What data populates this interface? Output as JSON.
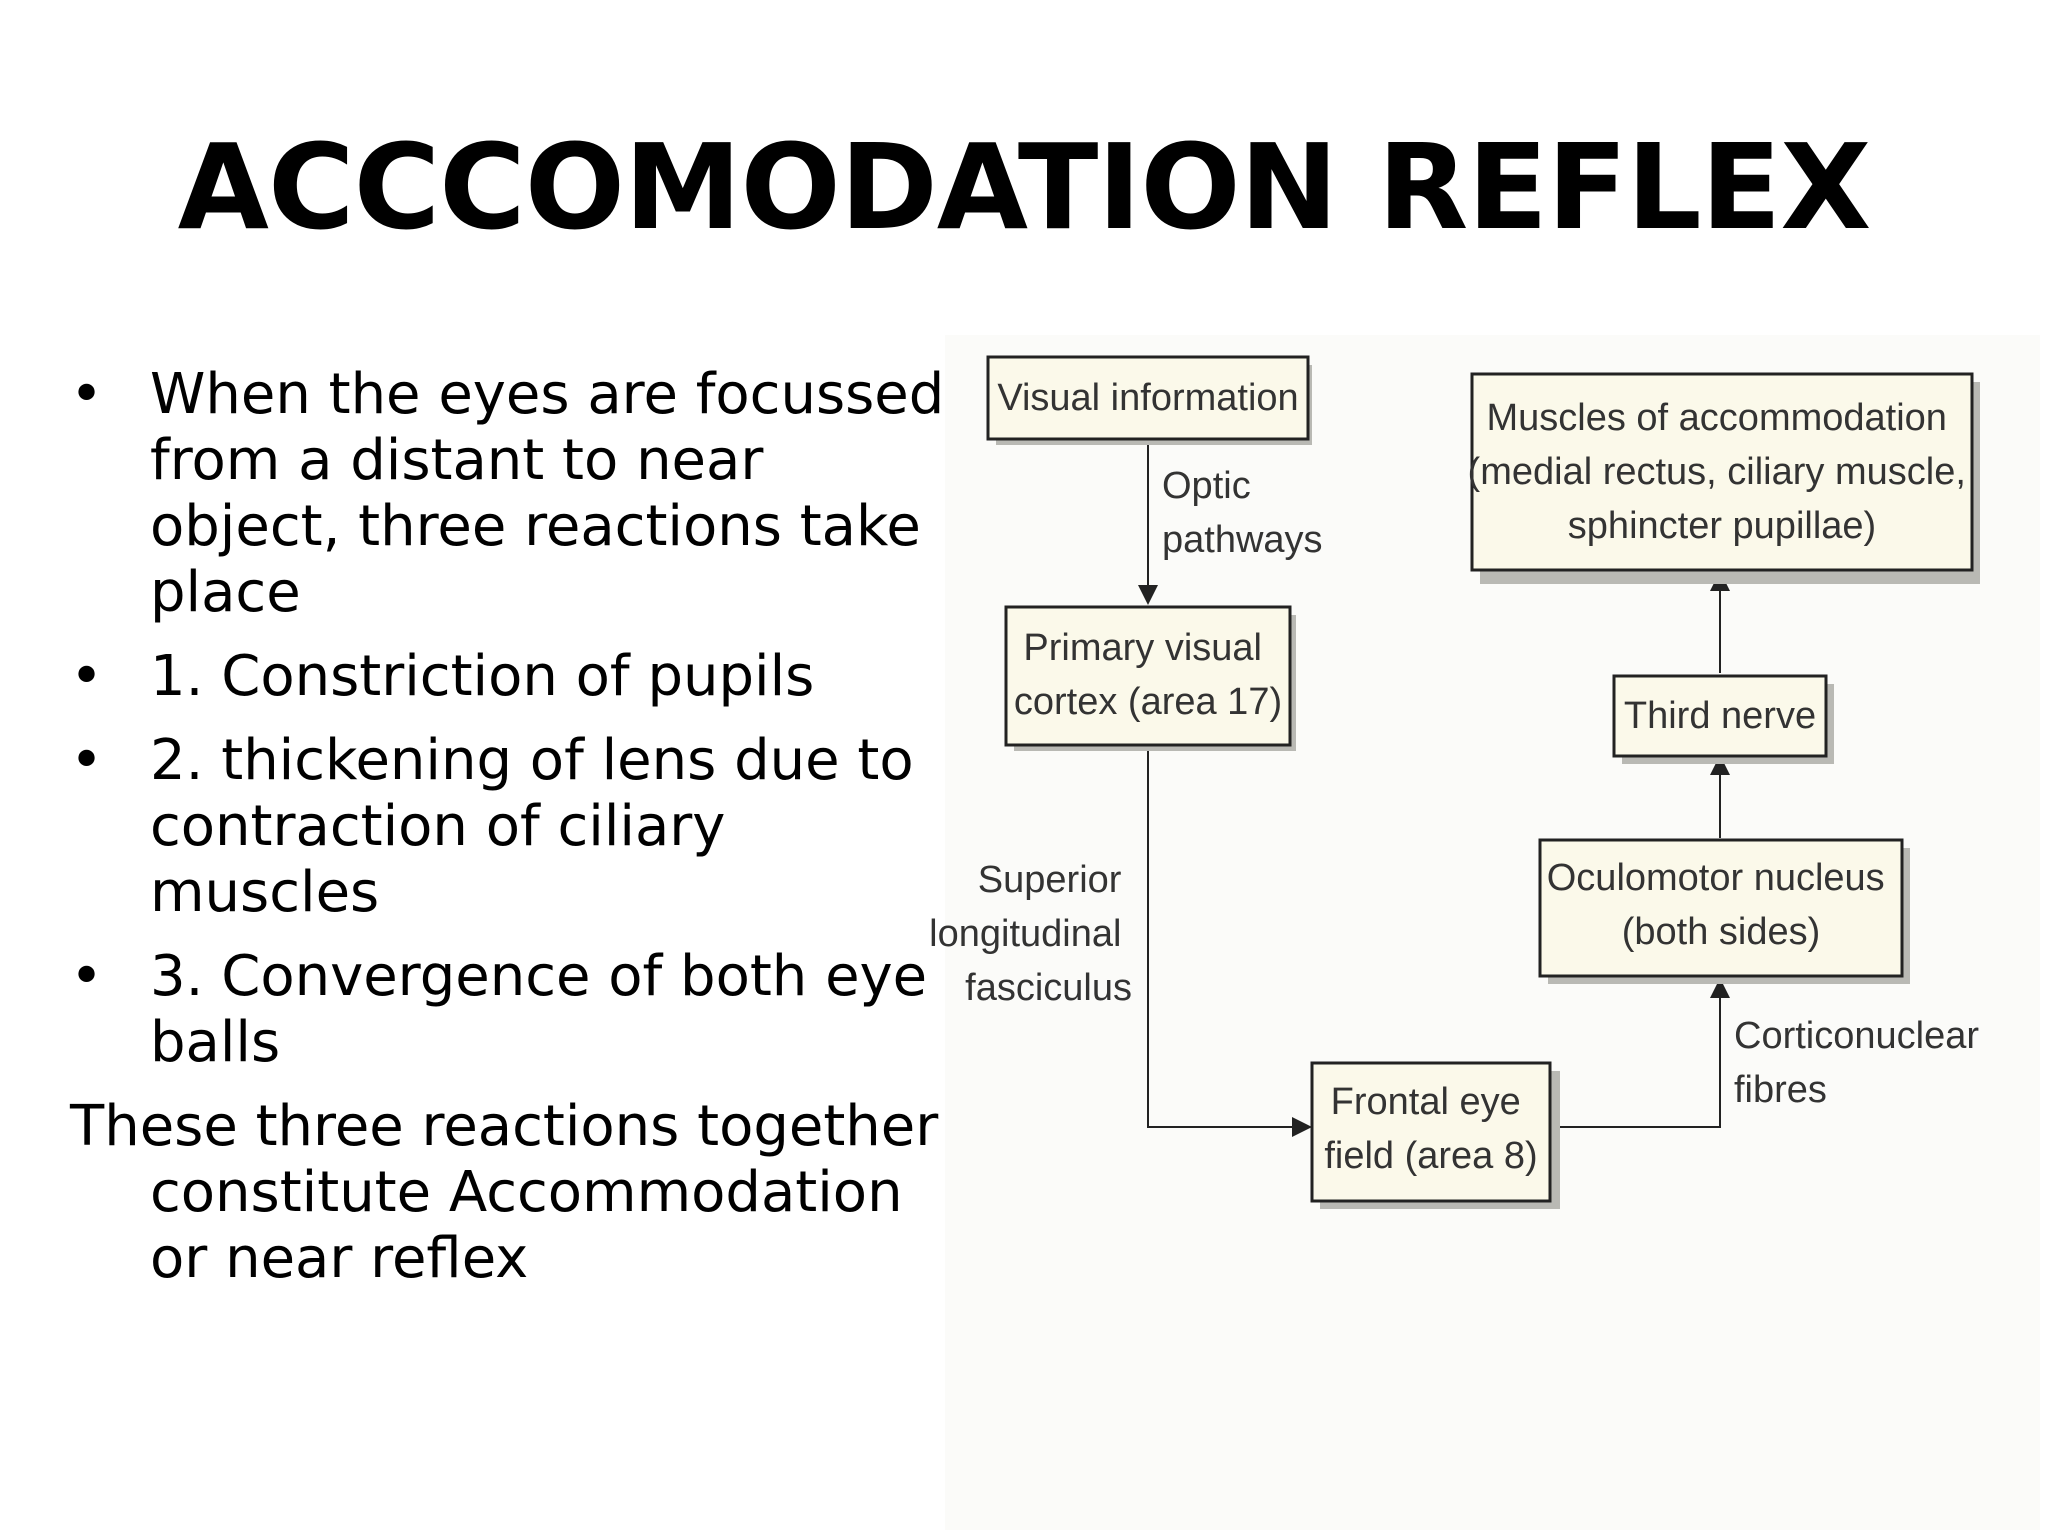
{
  "title": "ACCCOMODATION REFLEX",
  "bullets": [
    "When the eyes are focussed from a distant to near object, three reactions take place",
    "1. Constriction of pupils",
    "2. thickening of lens due to contraction of ciliary muscles",
    "3. Convergence of both eye balls"
  ],
  "bullet_glyph": "•",
  "summary": "These three reactions together constitute Accommodation or near reflex",
  "diagram": {
    "nodes": {
      "visual_information": [
        "Visual information"
      ],
      "primary_visual_cortex": [
        "Primary visual",
        "cortex (area 17)"
      ],
      "frontal_eye_field": [
        "Frontal eye",
        "field (area 8)"
      ],
      "oculomotor_nucleus": [
        "Oculomotor nucleus",
        "(both sides)"
      ],
      "third_nerve": [
        "Third nerve"
      ],
      "muscles_of_accommodation": [
        "Muscles of accommodation",
        "(medial rectus, ciliary muscle,",
        "sphincter pupillae)"
      ]
    },
    "edge_labels": {
      "optic_pathways": [
        "Optic",
        "pathways"
      ],
      "superior_longitudinal_fasciculus": [
        "Superior",
        "longitudinal",
        "fasciculus"
      ],
      "corticonuclear_fibres": [
        "Corticonuclear",
        "fibres"
      ]
    }
  }
}
